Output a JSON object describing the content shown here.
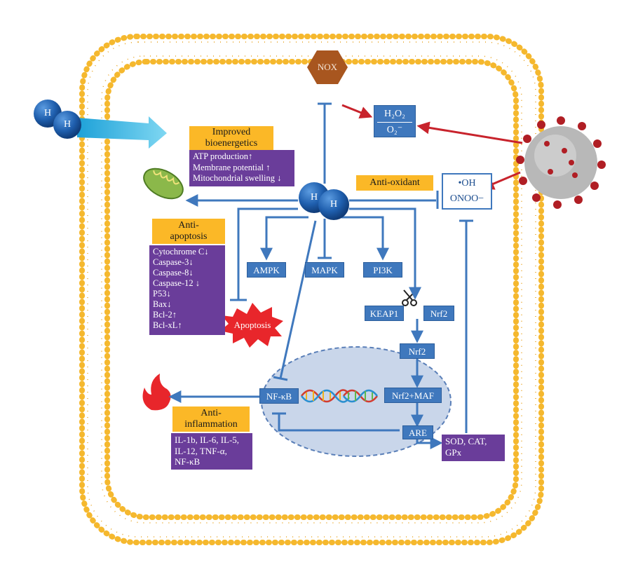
{
  "nox": "NOX",
  "h2_molecule": {
    "atom1": "H",
    "atom2": "H"
  },
  "h2_center": {
    "atom1": "H",
    "atom2": "H"
  },
  "ros_top": {
    "line1": "H₂O₂",
    "line2": "O₂⁻"
  },
  "ros_right": {
    "line1": "•OH",
    "line2": "ONOO−"
  },
  "bioenergetics": {
    "title": "Improved bioenergetics",
    "items": [
      "ATP production↑",
      "Membrane potential ↑",
      "Mitochondrial swelling ↓"
    ]
  },
  "antioxidant": {
    "title": "Anti-oxidant"
  },
  "antiapoptosis": {
    "title": "Anti-apoptosis",
    "items": [
      "Cytochrome C↓",
      "Caspase-3↓",
      "Caspase-8↓",
      "Caspase-12 ↓",
      "P53↓",
      "Bax↓",
      "Bcl-2↑",
      "Bcl-xL↑"
    ]
  },
  "apoptosis": "Apoptosis",
  "pathways": {
    "ampk": "AMPK",
    "mapk": "MAPK",
    "pi3k": "PI3K"
  },
  "keap1": "KEAP1",
  "nrf2_bound": "Nrf2",
  "nrf2": "Nrf2",
  "nrf2_maf": "Nrf2+MAF",
  "are": "ARE",
  "nfkb": "NF-κB",
  "enzymes": {
    "line1": "SOD, CAT,",
    "line2": "GPx"
  },
  "antiinflammation": {
    "title": "Anti-inflammation",
    "items": [
      "IL-1b, IL-6, IL-5,",
      "IL-12, TNF-α,",
      "NF-κB"
    ]
  },
  "colors": {
    "membrane": "#f5b82e",
    "signal_blue": "#3f78bd",
    "effect_gold": "#fbb827",
    "marker_purple": "#6a3d9a",
    "ros_red": "#c8232c",
    "nox_brown": "#a8561f",
    "nucleus": "#c9d6ea"
  },
  "icons": [
    "hydrogen-molecule-icon",
    "mitochondrion-icon",
    "virus-icon",
    "fire-icon",
    "dna-icon",
    "scissors-icon"
  ]
}
